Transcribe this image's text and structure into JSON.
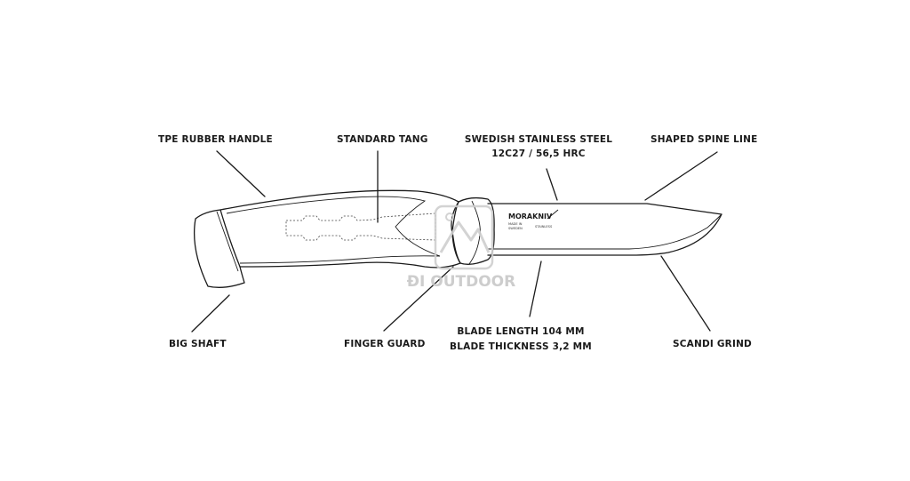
{
  "labels": {
    "tpe_rubber_handle": "TPE RUBBER HANDLE",
    "standard_tang": "STANDARD TANG",
    "steel_line1": "SWEDISH STAINLESS STEEL",
    "steel_line2": "12C27 / 56,5 HRC",
    "shaped_spine_line": "SHAPED SPINE LINE",
    "big_shaft": "BIG SHAFT",
    "finger_guard": "FINGER GUARD",
    "blade_line1": "BLADE LENGTH 104 MM",
    "blade_line2": "BLADE THICKNESS 3,2 MM",
    "scandi_grind": "SCANDI GRIND"
  },
  "blade_marking": {
    "brand": "MORAKNIV",
    "made_in_1": "MADE IN",
    "made_in_2": "SWEDEN",
    "steel_mark": "STAINLESS"
  },
  "watermark": {
    "text": "ĐI OUTDOOR"
  }
}
